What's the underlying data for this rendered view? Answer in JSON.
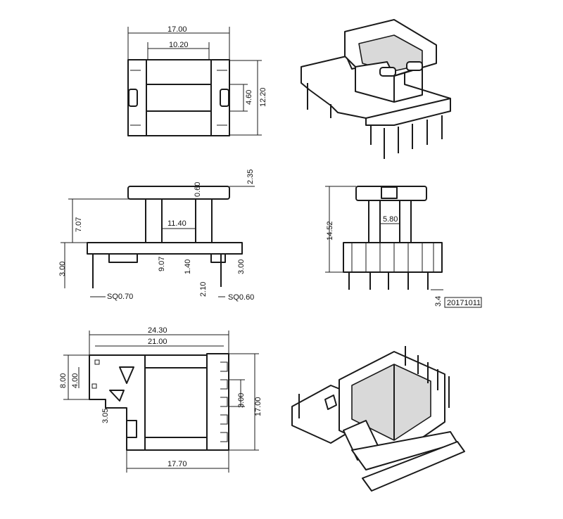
{
  "top_view": {
    "width": "17.00",
    "inner": "10.20",
    "mid": "4.60",
    "height": "12.20"
  },
  "side_view": {
    "top_gap": "0.60",
    "flange": "2.35",
    "left_h": "7.07",
    "core": "11.40",
    "base_left": "3.00",
    "base_mid": "9.07",
    "pin_step": "1.40",
    "base_right": "3.00",
    "pin_len": "2.10",
    "pin_sq_left": "SQ0.70",
    "pin_sq_right": "SQ0.60"
  },
  "front_view": {
    "core_w": "5.80",
    "height": "14.52",
    "pin_len": "3.4",
    "date_code": "20171011"
  },
  "bottom_view": {
    "total_w": "24.30",
    "inner_w": "21.00",
    "left_h": "8.00",
    "slot_h": "4.00",
    "offset": "3.05",
    "pitch": "3.00",
    "total_h": "17.00",
    "base_w": "17.70"
  }
}
